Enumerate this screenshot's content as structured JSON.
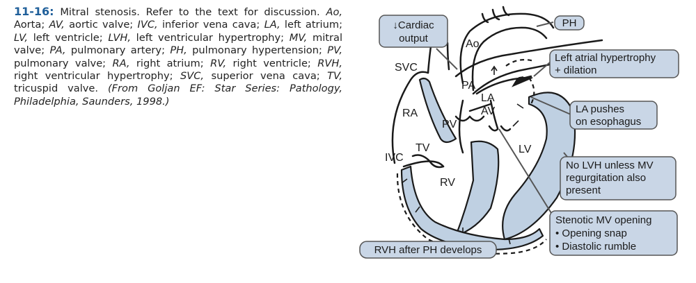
{
  "caption": {
    "figure_number": "11-16:",
    "title": "Mitral stenosis. Refer to the text for discussion.",
    "abbreviations": [
      {
        "abbr": "Ao,",
        "text": " Aorta; "
      },
      {
        "abbr": "AV,",
        "text": " aortic valve; "
      },
      {
        "abbr": "IVC,",
        "text": " inferior vena cava; "
      },
      {
        "abbr": "LA,",
        "text": " left atrium; "
      },
      {
        "abbr": "LV,",
        "text": " left ventricle; "
      },
      {
        "abbr": "LVH,",
        "text": " left ventricular hypertrophy; "
      },
      {
        "abbr": "MV,",
        "text": " mitral valve; "
      },
      {
        "abbr": "PA,",
        "text": " pulmonary artery; "
      },
      {
        "abbr": "PH,",
        "text": " pulmonary hypertension; "
      },
      {
        "abbr": "PV,",
        "text": " pulmonary valve; "
      },
      {
        "abbr": "RA,",
        "text": " right atrium; "
      },
      {
        "abbr": "RV,",
        "text": " right ventricle; "
      },
      {
        "abbr": "RVH,",
        "text": " right ventricular hypertrophy; "
      },
      {
        "abbr": "SVC,",
        "text": " superior vena cava; "
      },
      {
        "abbr": "TV,",
        "text": " tricuspid valve. "
      }
    ],
    "source": "(From Goljan EF: Star Series: Pathology, Philadelphia, Saunders, 1998.)"
  },
  "labels": {
    "ao": "Ao",
    "svc": "SVC",
    "pa": "PA",
    "la": "LA",
    "av": "AV",
    "ra": "RA",
    "pv": "PV",
    "tv": "TV",
    "ivc": "IVC",
    "lv": "LV",
    "rv": "RV"
  },
  "callouts": {
    "cardiac_output": [
      "↓Cardiac",
      "output"
    ],
    "ph": "PH",
    "la_hypertrophy": [
      "Left atrial hypertrophy",
      "+ dilation"
    ],
    "la_esophagus": [
      "LA pushes",
      "on esophagus"
    ],
    "no_lvh": [
      "No LVH unless MV",
      "regurgitation also",
      "present"
    ],
    "stenotic_mv": [
      "Stenotic MV opening",
      "• Opening snap",
      "• Diastolic rumble"
    ],
    "rvh": "RVH after PH develops"
  },
  "colors": {
    "callout_fill": "#c9d6e6",
    "callout_stroke": "#555555",
    "muscle_fill": "#bfd0e2",
    "caption_accent": "#1f5f9a"
  }
}
